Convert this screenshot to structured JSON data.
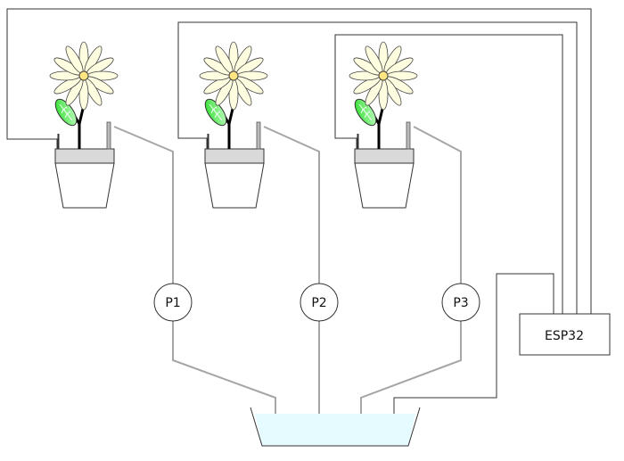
{
  "pumps": [
    {
      "id": "p1",
      "label": "P1"
    },
    {
      "id": "p2",
      "label": "P2"
    },
    {
      "id": "p3",
      "label": "P3"
    }
  ],
  "controller": {
    "label": "ESP32"
  },
  "colors": {
    "wire": "#333333",
    "hose": "#a6a6a6",
    "water": "#e6fbff",
    "soil": "#d9d9d9",
    "petal": "#fffde0",
    "flower_center": "#ffe680",
    "leaf": "#66ee66",
    "stem": "#000000"
  }
}
